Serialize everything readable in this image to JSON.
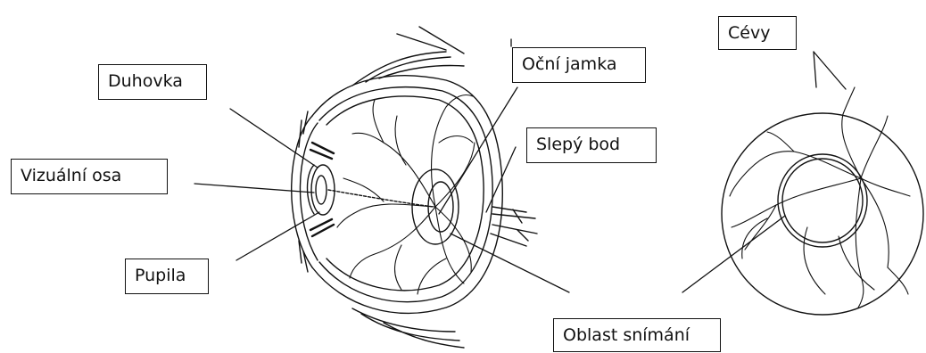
{
  "labels": {
    "duhovka": "Duhovka",
    "vizualni_osa": "Vizuální osa",
    "pupila": "Pupila",
    "ocni_jamka": "Oční jamka",
    "slepy_bod": "Slepý bod",
    "cevy": "Cévy",
    "oblast_snimani": "Oblast snímání"
  },
  "colors": {
    "line": "#111111",
    "background": "#ffffff"
  }
}
